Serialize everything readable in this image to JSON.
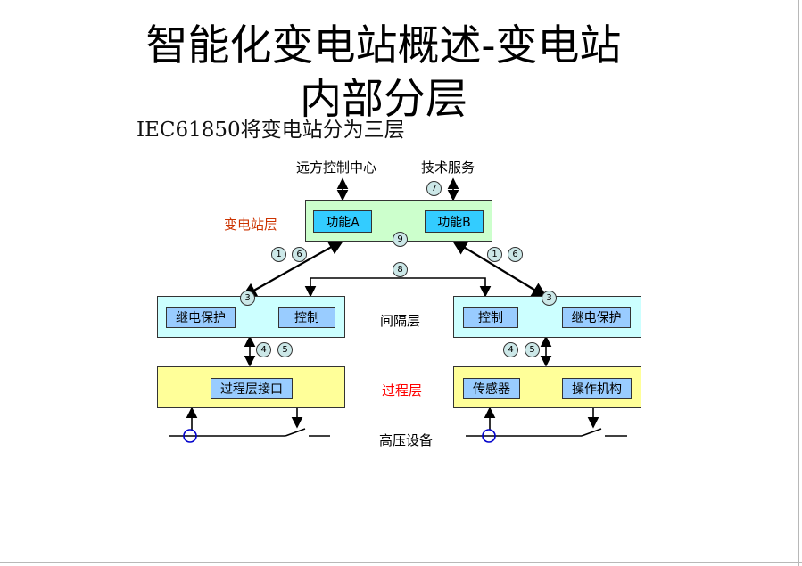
{
  "title": {
    "line1": "智能化变电站概述-变电站",
    "line2": "内部分层"
  },
  "subtitle": "IEC61850将变电站分为三层",
  "top_labels": {
    "remote": "远方控制中心",
    "tech": "技术服务"
  },
  "layers": {
    "station": "变电站层",
    "bay": "间隔层",
    "process": "过程层",
    "hv": "高压设备"
  },
  "station_box": {
    "func_a": "功能A",
    "func_b": "功能B"
  },
  "bay_left": {
    "protect": "继电保护",
    "control": "控制"
  },
  "bay_right": {
    "control": "控制",
    "protect": "继电保护"
  },
  "process_left": {
    "interface": "过程层接口"
  },
  "process_right": {
    "sensor": "传感器",
    "mechanism": "操作机构"
  },
  "badges": {
    "b7": "7",
    "b9": "9",
    "b8": "8",
    "b1l": "1",
    "b6l": "6",
    "b1r": "1",
    "b6r": "6",
    "b3l": "3",
    "b3r": "3",
    "b4l": "4",
    "b5l": "5",
    "b4r": "4",
    "b5r": "5"
  },
  "colors": {
    "station_fill": "#ccffcc",
    "bay_fill": "#ccffff",
    "process_fill": "#ffff99",
    "func_cyan": "#33ccff",
    "func_blue": "#99ccff",
    "label_red": "#ff0000",
    "label_orange": "#cc3300"
  }
}
